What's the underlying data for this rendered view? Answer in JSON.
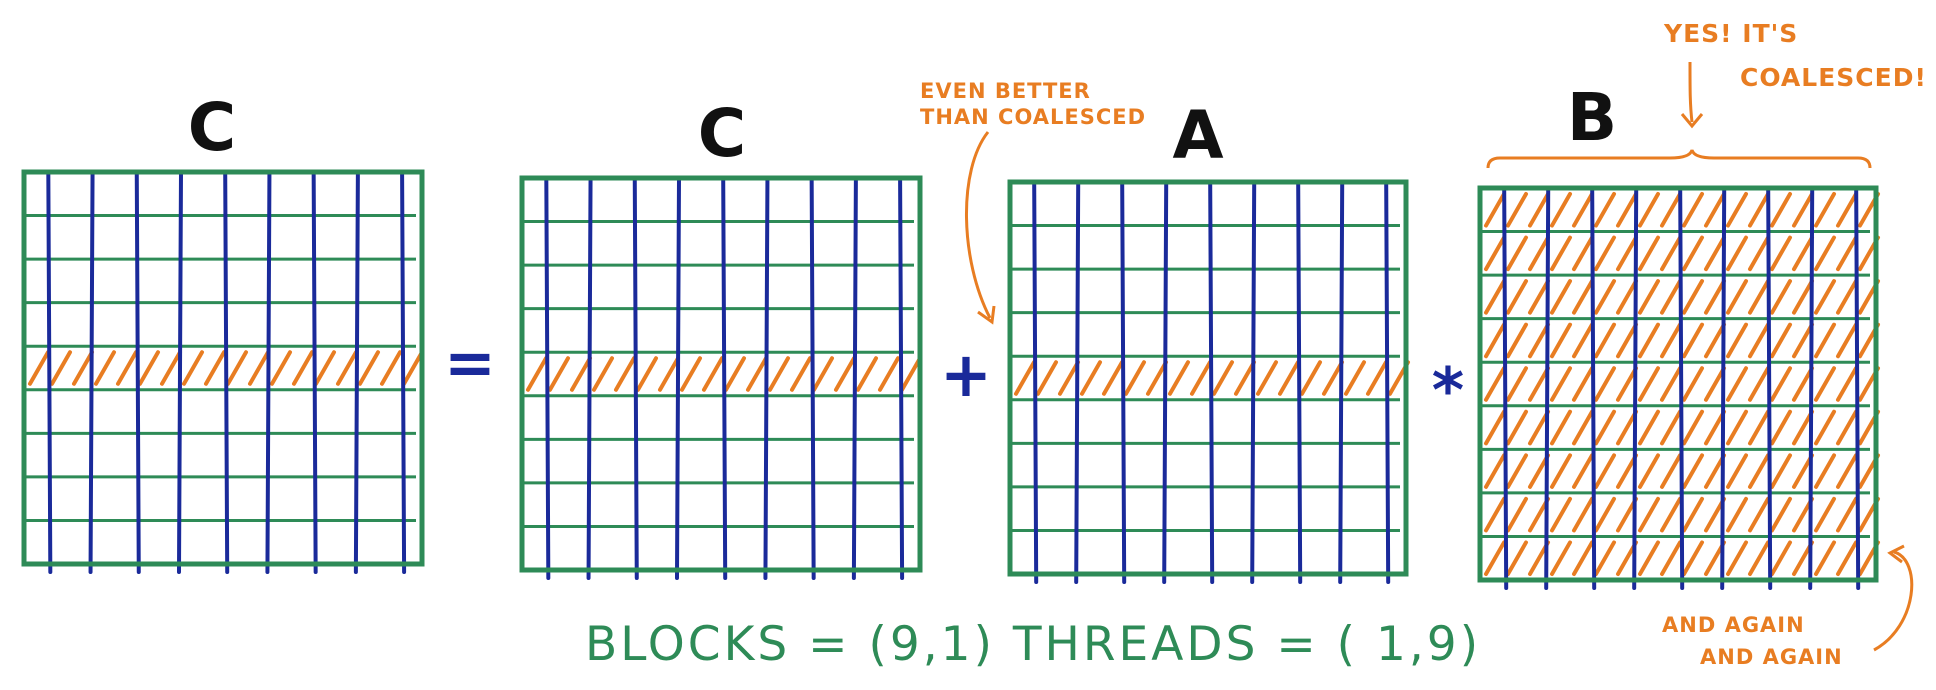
{
  "colors": {
    "grid_green": "#2e8b57",
    "thread_blue": "#1a2a9a",
    "highlight_orange": "#e87d22",
    "label_black": "#111111"
  },
  "matrices": [
    {
      "id": "c-out",
      "label": "C",
      "rows": 9,
      "cols": 9,
      "highlight": "row",
      "highlight_row": 4
    },
    {
      "id": "c-in",
      "label": "C",
      "rows": 9,
      "cols": 9,
      "highlight": "row",
      "highlight_row": 4
    },
    {
      "id": "a",
      "label": "A",
      "rows": 9,
      "cols": 9,
      "highlight": "row",
      "highlight_row": 4
    },
    {
      "id": "b",
      "label": "B",
      "rows": 9,
      "cols": 9,
      "highlight": "all"
    }
  ],
  "operators": {
    "equals": "=",
    "plus": "+",
    "times": "*"
  },
  "annotations": {
    "even_better": [
      "EVEN BETTER",
      "THAN COALESCED"
    ],
    "yes_coalesced": [
      "YES! IT'S",
      "COALESCED!"
    ],
    "and_again": [
      "AND AGAIN",
      "AND AGAIN"
    ]
  },
  "launch_config": "BLOCKS = (9,1)  THREADS = ( 1,9)"
}
